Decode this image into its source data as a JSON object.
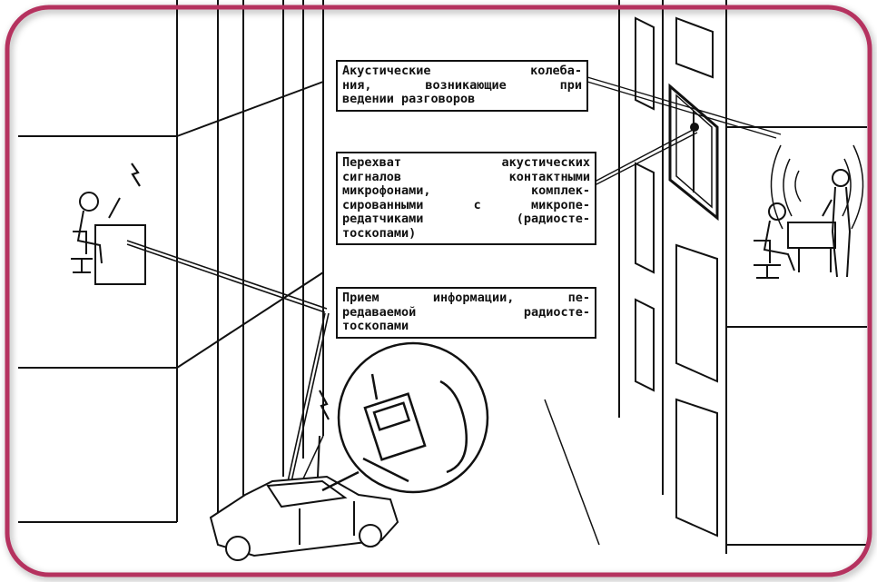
{
  "callouts": {
    "acoustic": {
      "lines": [
        "Акустические колеба-",
        "ния, возникающие при",
        "ведении разговоров"
      ]
    },
    "intercept": {
      "lines": [
        "Перехват акустических",
        "сигналов контактными",
        "микрофонами, комплек-",
        "сированными с микропе-",
        "редатчиками (радиосте-",
        "тоскопами)"
      ]
    },
    "reception": {
      "lines": [
        "Прием информации, пе-",
        "редаваемой радиосте-",
        "тоскопами"
      ]
    }
  },
  "colors": {
    "frame": "#b5305e",
    "ink": "#111111",
    "background": "#ffffff"
  }
}
